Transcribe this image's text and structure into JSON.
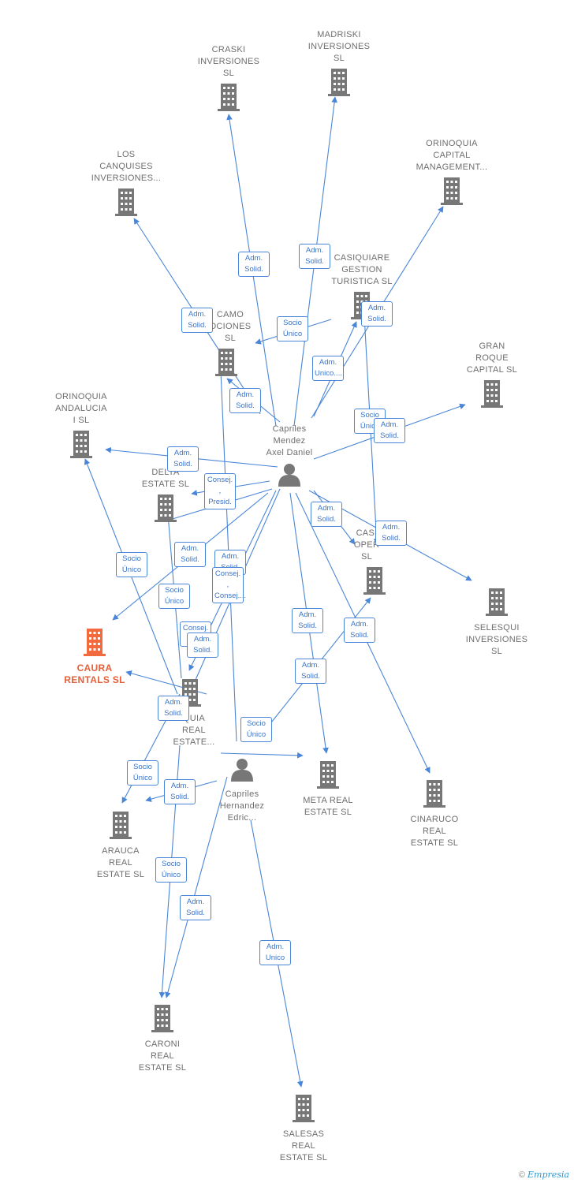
{
  "nodes": {
    "craski": {
      "type": "company",
      "lines": [
        "CRASKI",
        "INVERSIONES",
        "SL"
      ]
    },
    "madriski": {
      "type": "company",
      "lines": [
        "MADRISKI",
        "INVERSIONES",
        "SL"
      ]
    },
    "orinoquia_capital": {
      "type": "company",
      "lines": [
        "ORINOQUIA",
        "CAPITAL",
        "MANAGEMENT..."
      ]
    },
    "los_canquises": {
      "type": "company",
      "lines": [
        "LOS",
        "CANQUISES",
        "INVERSIONES..."
      ]
    },
    "casiquiare_gestion": {
      "type": "company",
      "lines": [
        "CASIQUIARE",
        "GESTION",
        "TURISTICA SL"
      ]
    },
    "camo": {
      "type": "company",
      "lines": [
        "CAMO",
        "OCIONES",
        "SL"
      ]
    },
    "gran_roque": {
      "type": "company",
      "lines": [
        "GRAN",
        "ROQUE",
        "CAPITAL  SL"
      ]
    },
    "orinoquia_andalucia": {
      "type": "company",
      "lines": [
        "ORINOQUIA",
        "ANDALUCIA",
        "I  SL"
      ]
    },
    "delta": {
      "type": "company",
      "lines": [
        "DELTA",
        "ESTATE  SL"
      ]
    },
    "casi_oper": {
      "type": "company",
      "lines": [
        "CASI",
        "OPER",
        "SL"
      ]
    },
    "selesqui": {
      "type": "company",
      "lines": [
        "SELESQUI",
        "INVERSIONES",
        "SL"
      ]
    },
    "caura": {
      "type": "focus",
      "lines": [
        "CAURA",
        "RENTALS  SL"
      ]
    },
    "quia_real": {
      "type": "company",
      "lines": [
        "QUIA",
        "REAL",
        "ESTATE..."
      ]
    },
    "meta": {
      "type": "company",
      "lines": [
        "META REAL",
        "ESTATE  SL"
      ]
    },
    "cinaruco": {
      "type": "company",
      "lines": [
        "CINARUCO",
        "REAL",
        "ESTATE  SL"
      ]
    },
    "arauca": {
      "type": "company",
      "lines": [
        "ARAUCA",
        "REAL",
        "ESTATE  SL"
      ]
    },
    "caroni": {
      "type": "company",
      "lines": [
        "CARONI",
        "REAL",
        "ESTATE  SL"
      ]
    },
    "salesas": {
      "type": "company",
      "lines": [
        "SALESAS",
        "REAL",
        "ESTATE  SL"
      ]
    },
    "capriles_axel": {
      "type": "person",
      "lines": [
        "Capriles",
        "Mendez",
        "Axel Daniel"
      ]
    },
    "capriles_edric": {
      "type": "person",
      "lines": [
        "Capriles",
        "Hernandez",
        "Edric..."
      ]
    }
  },
  "edge_labels": [
    {
      "id": "l1",
      "lines": [
        "Adm.",
        "Solid."
      ]
    },
    {
      "id": "l2",
      "lines": [
        "Adm.",
        "Solid."
      ]
    },
    {
      "id": "l3",
      "lines": [
        "Adm.",
        "Solid."
      ]
    },
    {
      "id": "l4",
      "lines": [
        "Socio",
        "Único"
      ]
    },
    {
      "id": "l5",
      "lines": [
        "Adm.",
        "Solid."
      ]
    },
    {
      "id": "l6",
      "lines": [
        "Adm.",
        "Unico...."
      ]
    },
    {
      "id": "l7",
      "lines": [
        "Adm.",
        "Solid."
      ]
    },
    {
      "id": "l8",
      "lines": [
        "Socio",
        "Único"
      ]
    },
    {
      "id": "l9",
      "lines": [
        "Adm.",
        "Solid."
      ]
    },
    {
      "id": "l10",
      "lines": [
        "Adm.",
        "Solid."
      ]
    },
    {
      "id": "l11",
      "lines": [
        "Consej. ,",
        "Presid."
      ]
    },
    {
      "id": "l12",
      "lines": [
        "Adm.",
        "Solid."
      ]
    },
    {
      "id": "l13",
      "lines": [
        "Adm.",
        "Solid."
      ]
    },
    {
      "id": "l14",
      "lines": [
        "Socio",
        "Único"
      ]
    },
    {
      "id": "l15",
      "lines": [
        "Adm.",
        "Solid."
      ]
    },
    {
      "id": "l16",
      "lines": [
        "Adm.",
        "Solid."
      ]
    },
    {
      "id": "l17",
      "lines": [
        "Consej. ,",
        "Consej...."
      ]
    },
    {
      "id": "l18",
      "lines": [
        "Socio",
        "Único"
      ]
    },
    {
      "id": "l19",
      "lines": [
        "Consej.",
        ""
      ]
    },
    {
      "id": "l20",
      "lines": [
        "Adm.",
        "Solid."
      ]
    },
    {
      "id": "l21",
      "lines": [
        "Adm.",
        "Solid."
      ]
    },
    {
      "id": "l22",
      "lines": [
        "Adm.",
        "Solid."
      ]
    },
    {
      "id": "l23",
      "lines": [
        "Adm.",
        "Solid."
      ]
    },
    {
      "id": "l24",
      "lines": [
        "Adm.",
        "Solid."
      ]
    },
    {
      "id": "l25",
      "lines": [
        "Socio",
        "Único"
      ]
    },
    {
      "id": "l26",
      "lines": [
        "Socio",
        "Único"
      ]
    },
    {
      "id": "l27",
      "lines": [
        "Adm.",
        "Solid."
      ]
    },
    {
      "id": "l28",
      "lines": [
        "Socio",
        "Único"
      ]
    },
    {
      "id": "l29",
      "lines": [
        "Adm.",
        "Solid."
      ]
    },
    {
      "id": "l30",
      "lines": [
        "Adm.",
        "Unico"
      ]
    }
  ],
  "credit": {
    "symbol": "©",
    "brand": "Empresia"
  },
  "colors": {
    "edge": "#4a86d8",
    "company_icon": "#777777",
    "focus_icon": "#f26a3d",
    "person_icon": "#777777"
  }
}
